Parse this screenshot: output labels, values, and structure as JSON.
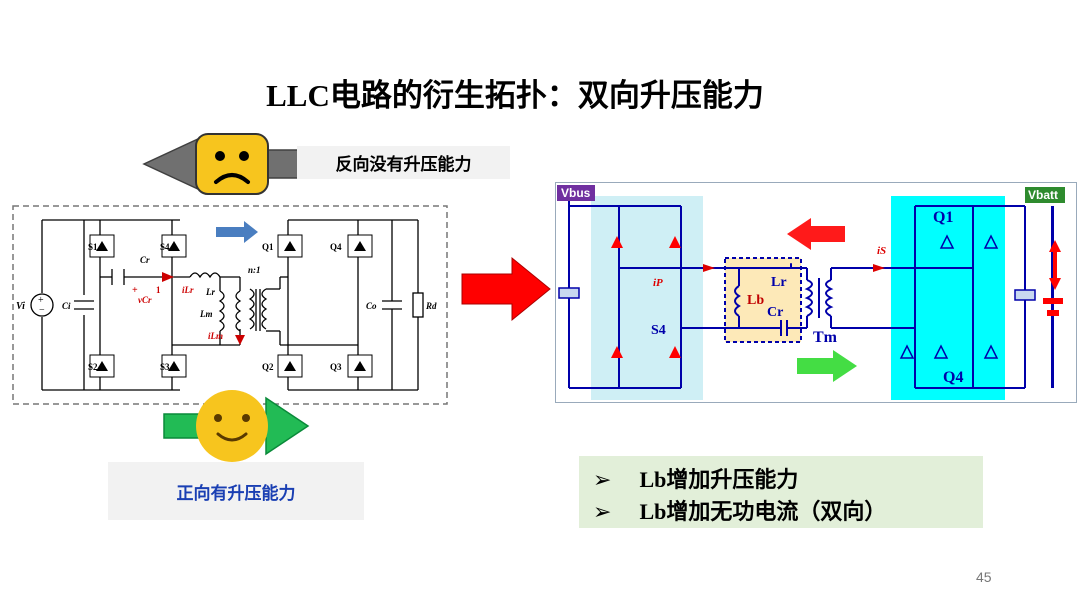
{
  "title": {
    "latin": "LLC",
    "cjk": "电路的衍生拓扑：双向升压能力"
  },
  "reverse_label": "反向没有升压能力",
  "forward_label": "正向有升压能力",
  "left_circuit": {
    "labels": {
      "vi": "Vi",
      "ci": "Ci",
      "co": "Co",
      "rd": "Rd",
      "cr": "Cr",
      "lr": "Lr",
      "lm": "Lm",
      "n": "n:1",
      "ilr": "iLr",
      "ilm": "iLm",
      "vcr": "vCr",
      "s1": "S1",
      "s2": "S2",
      "s3": "S3",
      "s4": "S4",
      "q1": "Q1",
      "q2": "Q2",
      "q3": "Q3",
      "q4": "Q4",
      "plus": "+",
      "one": "1"
    }
  },
  "right_circuit": {
    "labels": {
      "vbus": "Vbus",
      "vbatt": "Vbatt",
      "ip": "iP",
      "is": "iS",
      "lr": "Lr",
      "lb": "Lb",
      "cr": "Cr",
      "s4": "S4",
      "tm": "Tm",
      "q1": "Q1",
      "q4": "Q4"
    },
    "colors": {
      "bridge_fill": "#00ffff",
      "bridge_fill_light": "#cfeff5",
      "tank_fill": "#fde9b8",
      "wire": "#0000aa",
      "current": "#dd0000"
    }
  },
  "benefits": [
    {
      "mark": "➢",
      "latin": "Lb",
      "cjk": "增加升压能力"
    },
    {
      "mark": "➢",
      "latin": "Lb",
      "cjk": "增加无功电流（双向）"
    }
  ],
  "colors": {
    "sad_arrow": "#707070",
    "happy_arrow": "#22bb55",
    "big_red_arrow": "#ff0000",
    "face": "#f7c51e"
  },
  "page_number": "45"
}
